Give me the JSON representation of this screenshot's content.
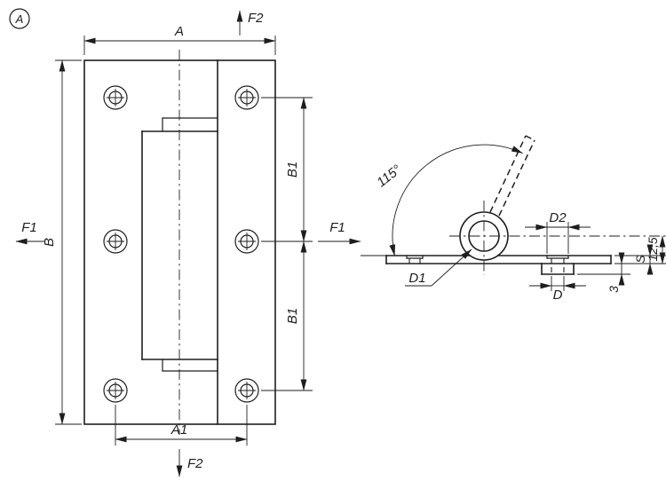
{
  "drawing": {
    "view_marker": "A",
    "colors": {
      "line": "#1e1e1e",
      "background": "#ffffff"
    },
    "front_view": {
      "width": "A",
      "height": "B",
      "hole_pitch_horizontal": "A1",
      "hole_pitch_upper": "B1",
      "hole_pitch_lower": "B1",
      "force_left": "F1",
      "force_right": "F1",
      "force_top": "F2",
      "force_bottom": "F2"
    },
    "side_view": {
      "opening_angle": "115°",
      "pin_diameter": "D1",
      "counterbore_diameter": "D2",
      "hole_diameter": "D",
      "thickness": "S",
      "pin_center_height": "12,5",
      "boss_height": "3"
    }
  }
}
